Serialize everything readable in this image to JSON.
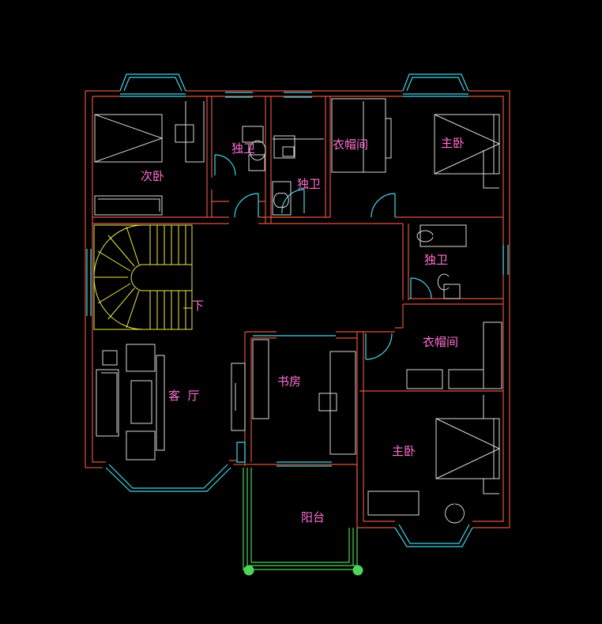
{
  "rooms": {
    "secondary_bedroom": "次卧",
    "private_bath_1": "独卫",
    "private_bath_2": "独卫",
    "walk_in_closet_1": "衣帽间",
    "master_bedroom_1": "主卧",
    "private_bath_3": "独卫",
    "walk_in_closet_2": "衣帽间",
    "study": "书房",
    "living_room": "客  厅",
    "master_bedroom_2": "主卧",
    "balcony": "阳台"
  },
  "stair_direction": "下",
  "colors": {
    "background": "#000000",
    "walls": "#e0533a",
    "windows_doors": "#3fd7e8",
    "furniture": "#d8d8d8",
    "stairs": "#e8e84a",
    "balcony_rail": "#4fd35a",
    "labels": "#ff6fd2"
  }
}
